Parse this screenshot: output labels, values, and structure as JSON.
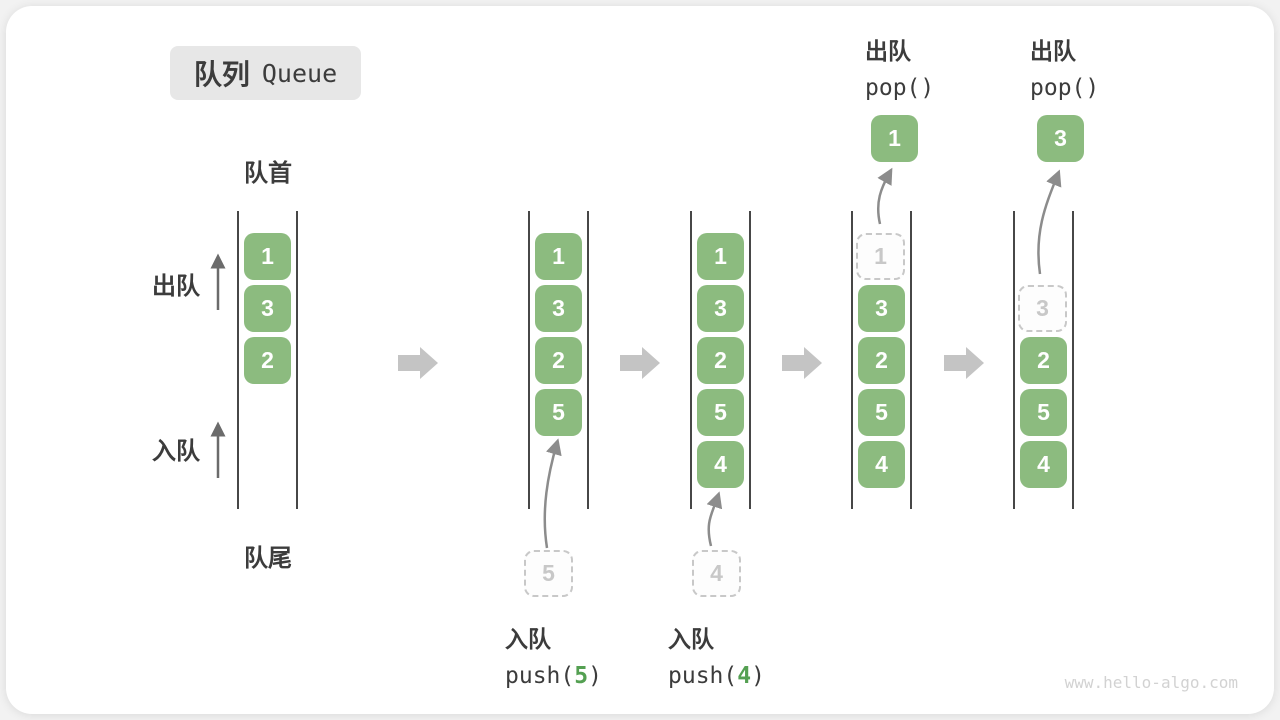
{
  "title": {
    "zh": "队列",
    "en": "Queue"
  },
  "labels": {
    "front": "队首",
    "rear": "队尾",
    "dequeue_side": "出队",
    "enqueue_side": "入队"
  },
  "states": [
    {
      "cells": [
        "1",
        "3",
        "2"
      ]
    },
    {
      "cells": [
        "1",
        "3",
        "2",
        "5"
      ]
    },
    {
      "cells": [
        "1",
        "3",
        "2",
        "5",
        "4"
      ]
    },
    {
      "dashed_top": "1",
      "cells": [
        "3",
        "2",
        "5",
        "4"
      ]
    },
    {
      "dashed_top": "3",
      "cells": [
        "2",
        "5",
        "4"
      ]
    }
  ],
  "operations": {
    "push5": {
      "title": "入队",
      "fn_open": "push(",
      "arg": "5",
      "fn_close": ")",
      "staged": "5"
    },
    "push4": {
      "title": "入队",
      "fn_open": "push(",
      "arg": "4",
      "fn_close": ")",
      "staged": "4"
    },
    "pop1": {
      "title": "出队",
      "fn": "pop()",
      "popped": "1"
    },
    "pop3": {
      "title": "出队",
      "fn": "pop()",
      "popped": "3"
    }
  },
  "watermark": "www.hello-algo.com",
  "colors": {
    "green": "#8CBB7F",
    "arg_green": "#54A052",
    "text": "#3C3C3C",
    "rail": "#474747",
    "dashed": "#C8C8C8",
    "block_arrow": "#C4C4C4",
    "title_bg": "#E7E7E7",
    "watermark": "#D2D2D2"
  }
}
